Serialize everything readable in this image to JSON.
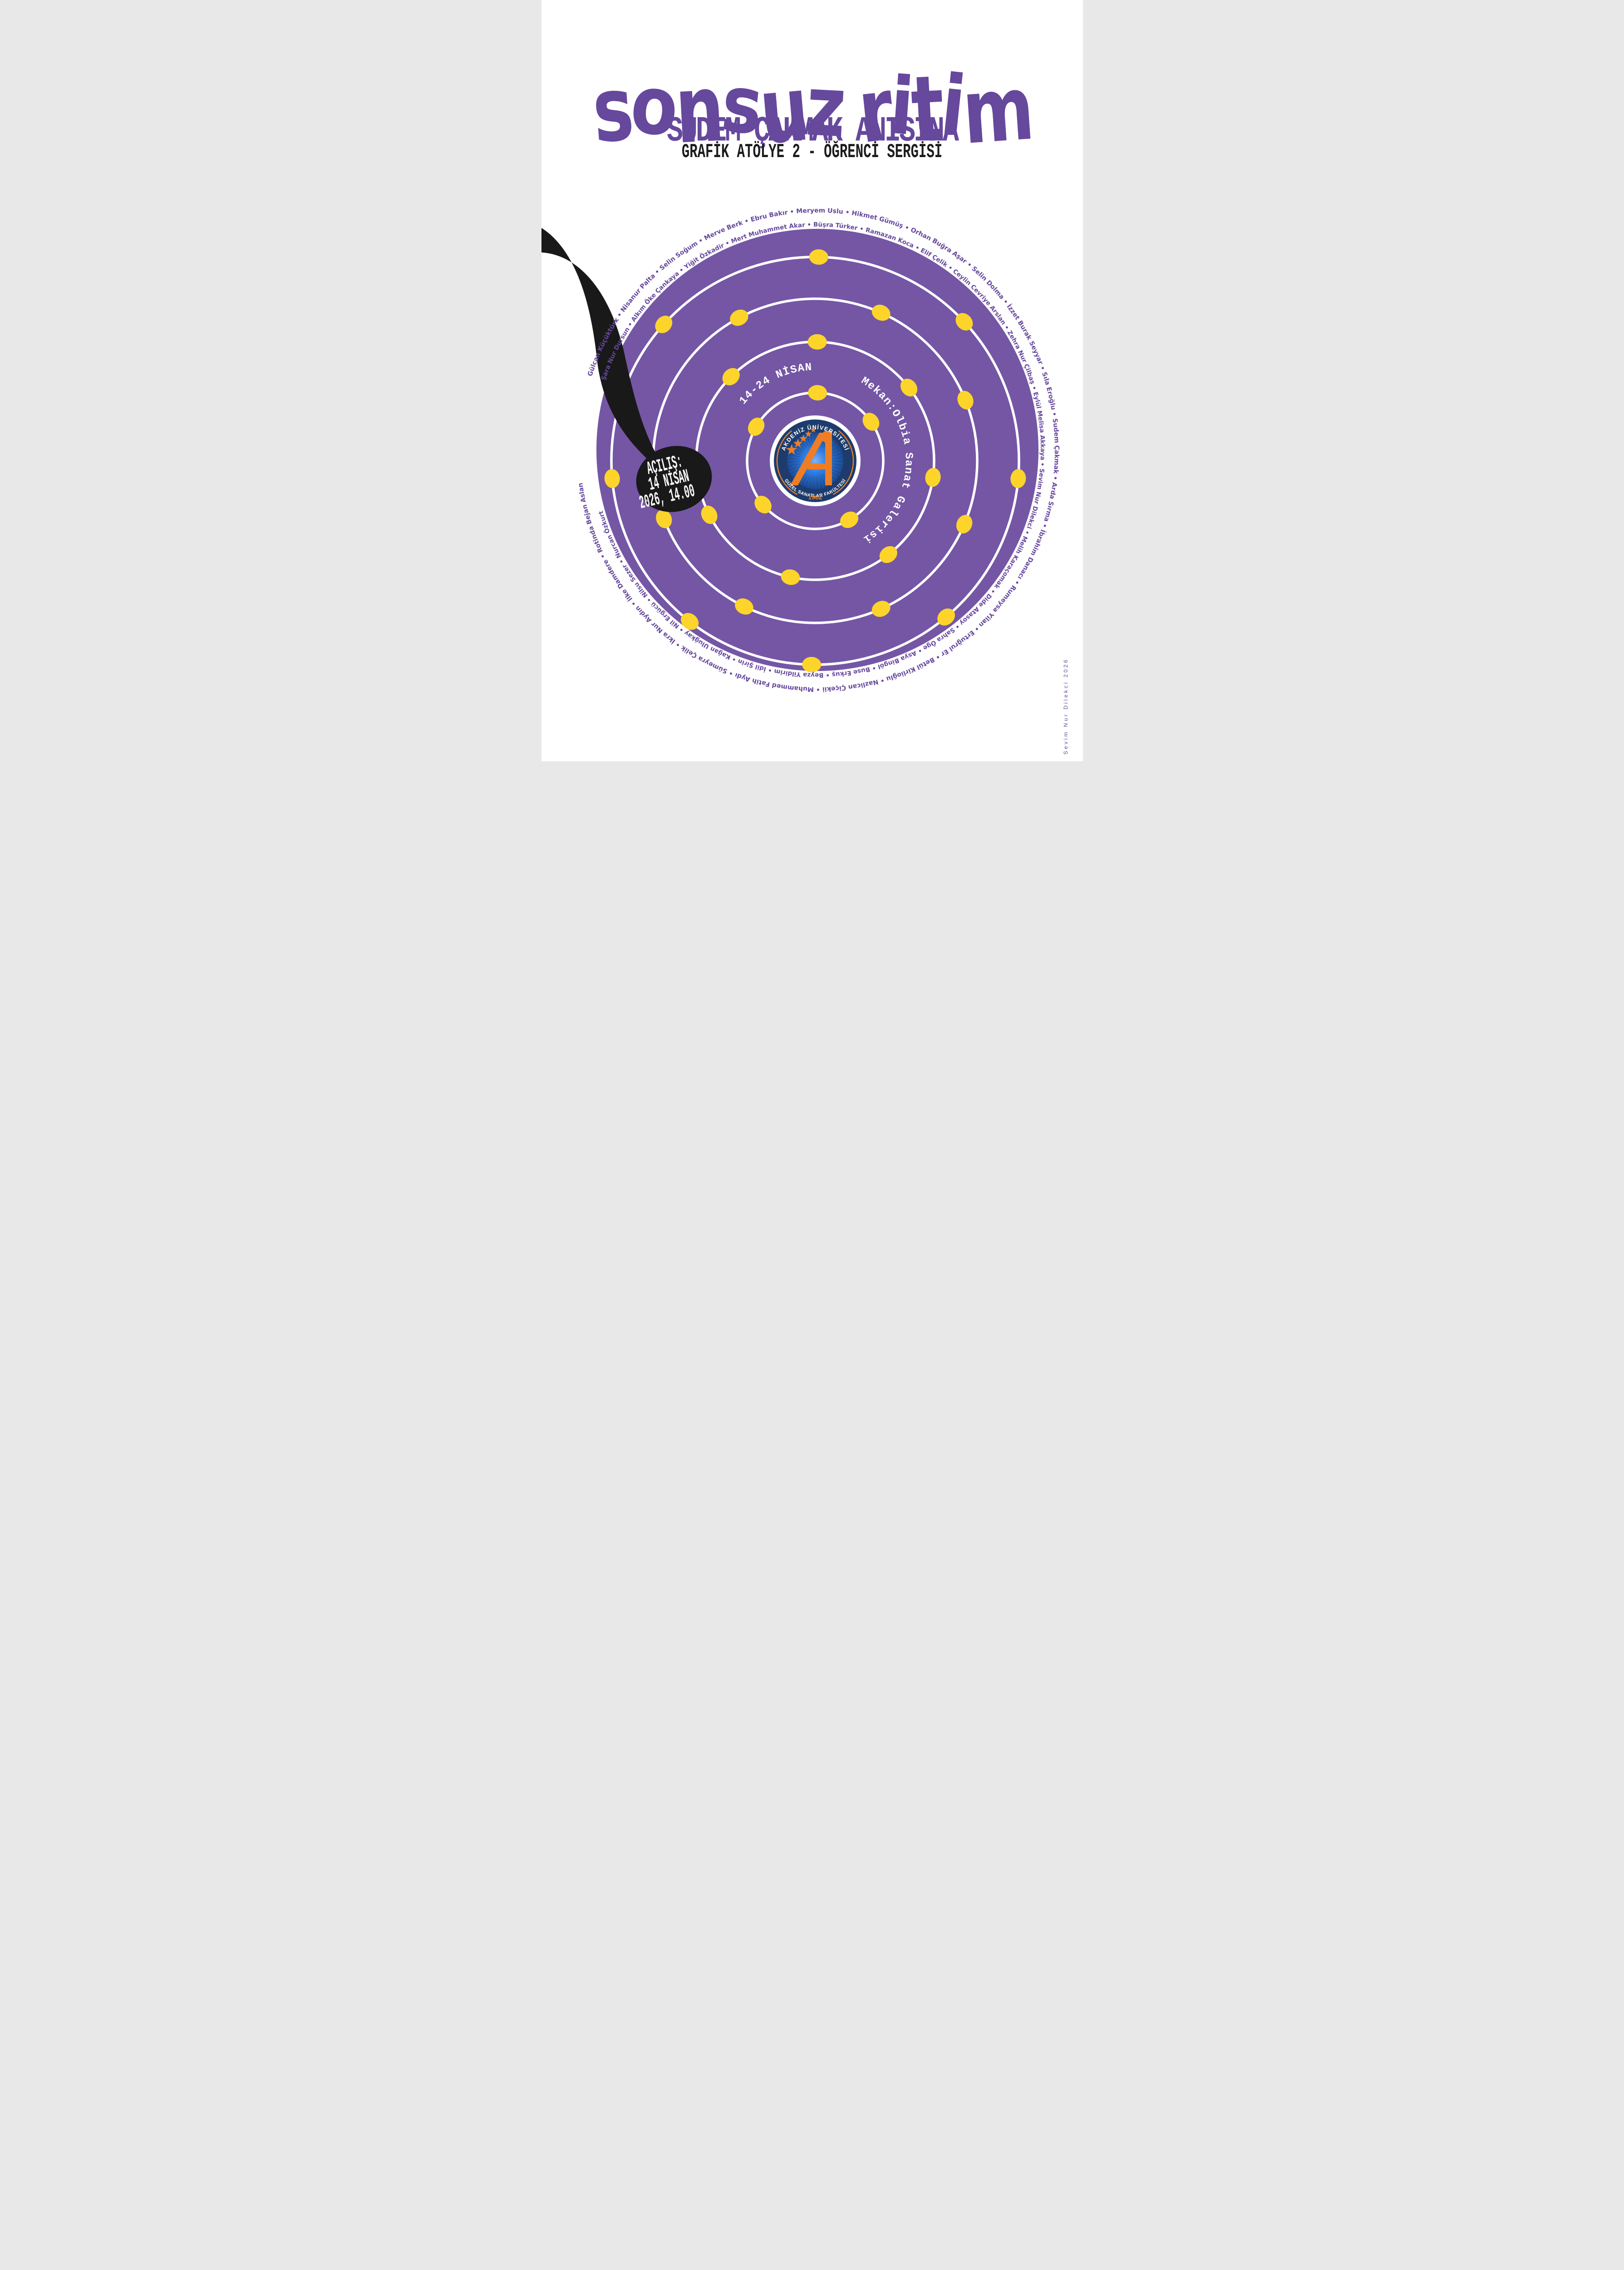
{
  "poster": {
    "title": "sonsuz ritim",
    "memorial_line": "SUDEM ÇAKMAK ANISINA",
    "subtitle_line": "GRAFİK ATÖLYE 2 - ÖĞRENCİ SERGİSİ",
    "designer_credit": "Sevim Nur Dilekci 2026"
  },
  "event": {
    "dates_arc": "14-24 NİSAN",
    "venue_arc": "Mekan:Olbia Sanat Galerisi",
    "opening": {
      "line1": "AÇILIŞ:",
      "line2": "14 NİSAN",
      "line3": "2026, 14.00"
    }
  },
  "students": {
    "outer_ring": [
      "Gülcan Küçüktürk",
      "Nisanur Palta",
      "Selin Soğum",
      "Merve Berk",
      "Ebru Bakır",
      "Meryem Uslu",
      "Hikmet Gümüş",
      "Orhan Buğra Aşar",
      "Selin Dolma",
      "İzzet Burak Seyyar",
      "Sıla Eroğlu",
      "Sudem Çakmak",
      "Arda Sırma",
      "İbrahim Danacı",
      "Rumeysa Yilan",
      "Ertuğrul Er",
      "Betül Kirlioğlu",
      "Nazlican Çiçekii",
      "Muhammed Fatih Aydı",
      "Sümeyra Çelik",
      "İkra Nur Aydın",
      "İlke Damdere",
      "Rotinda Bejan Aslan"
    ],
    "inner_ring": [
      "Şara Nur Dursun",
      "Alkım Öke Çankaya",
      "Yiğit Özkadir",
      "Mert Muhammet Akar",
      "Büşra Türker",
      "Ramazan Koca",
      "Elif Çelik",
      "Ceylin Cevriye Arslan",
      "Zehra Nur Çilbaş",
      "Eylül Melisa Akkaya",
      "Sevim Nur Dilekci",
      "Melih Karaçomak",
      "Dide Atasoy",
      "Sahra Öge",
      "Asya Bingöl",
      "Buse Erkuş",
      "Beyza Yildirim",
      "İdil Şirin",
      "Kağan Uluğkay",
      "Nil Ergücü",
      "Nilsu Sezer",
      "Nurcan Özkurt"
    ]
  },
  "logo": {
    "university_arc": "AKDENİZ ÜNİVERSİTESİ",
    "faculty_arc": "GÜZEL SANATLAR FAKÜLTESİ",
    "year": "1982"
  },
  "colors": {
    "purple_text": "#66489c",
    "purple_disc": "#7456a5",
    "yellow_dot": "#fdd42a",
    "black_bubble": "#191919",
    "logo_navy": "#1d3c6d",
    "logo_blue": "#2a6fd4",
    "logo_orange": "#ef7d25",
    "white": "#ffffff"
  }
}
